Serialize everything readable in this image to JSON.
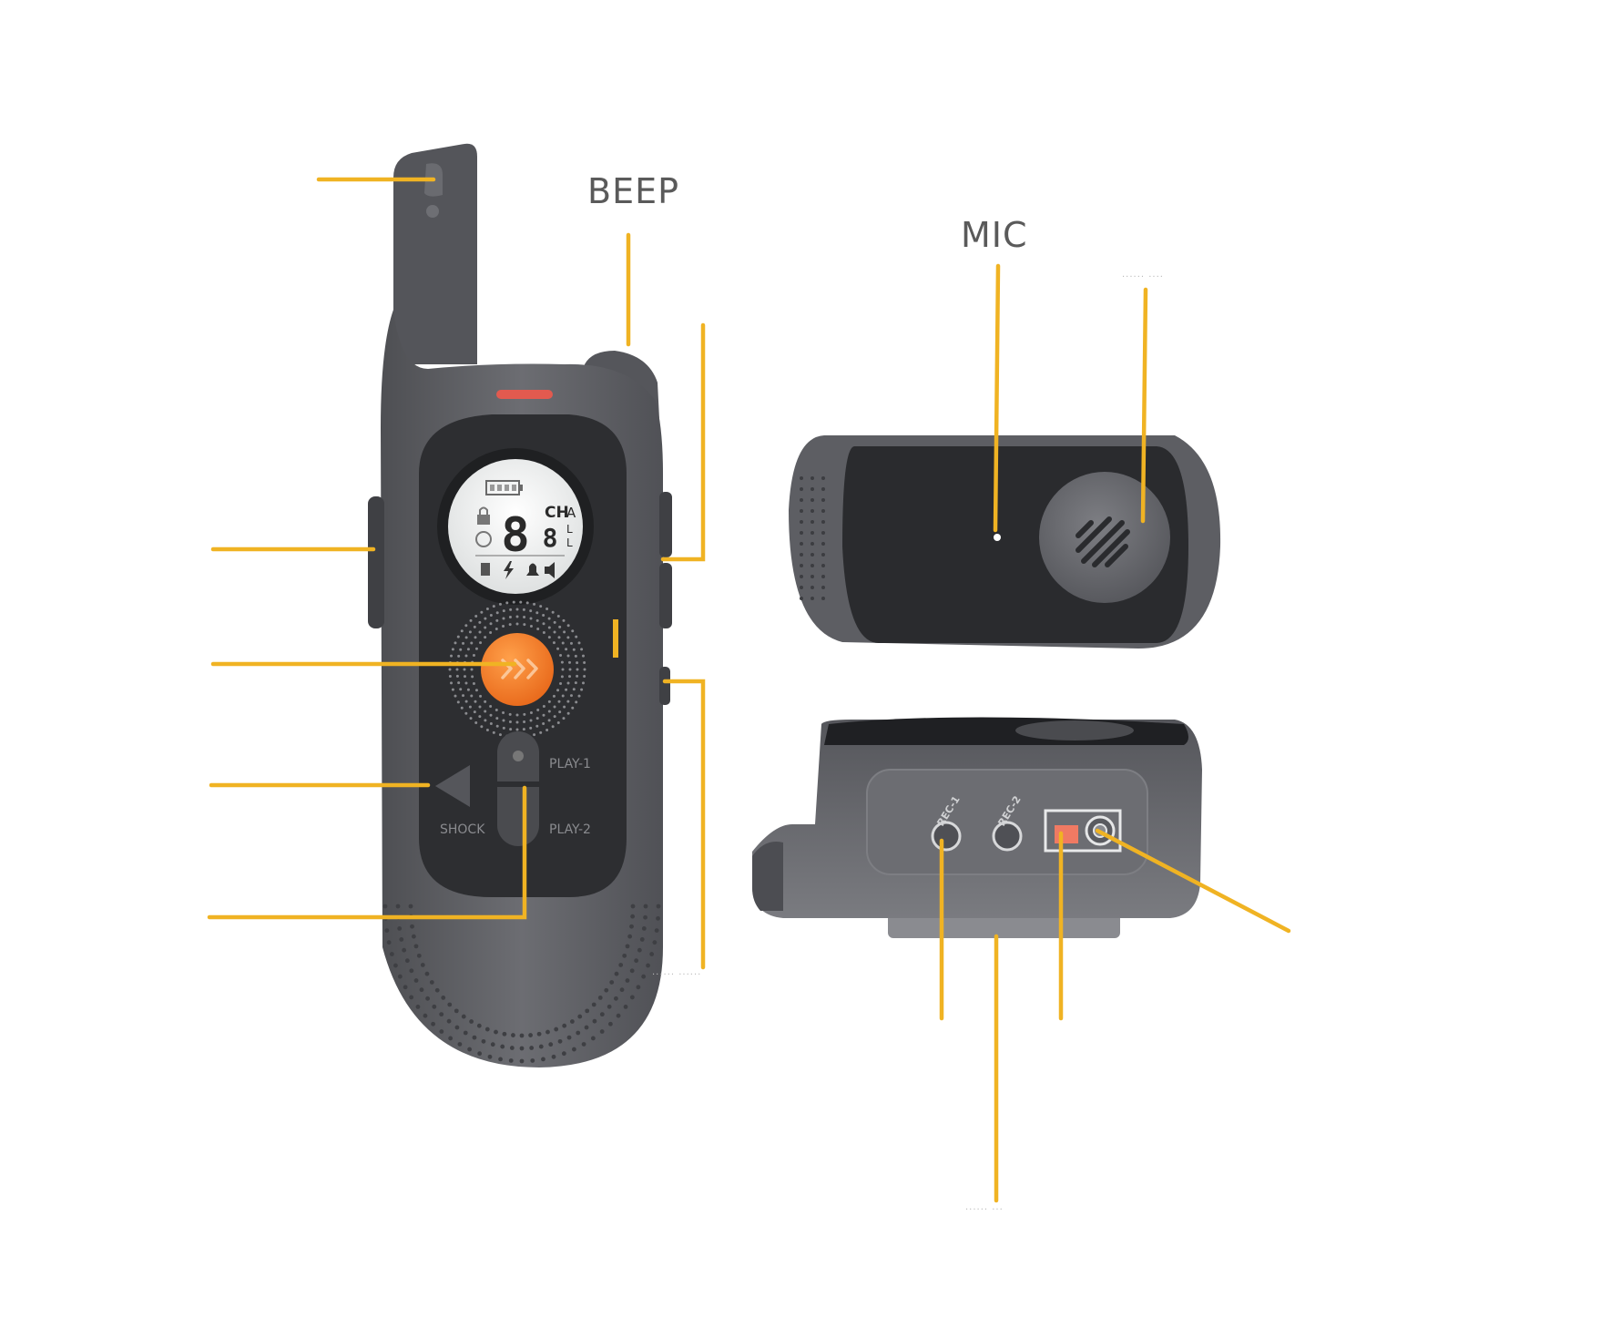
{
  "labels": {
    "beep": "BEEP",
    "mic": "MIC"
  },
  "device_markings": {
    "lcd_channel": "CH",
    "lcd_a": "A",
    "lcd_l1": "L",
    "lcd_l2": "L",
    "lcd_digit1": "8",
    "lcd_digit2": "8",
    "play1": "PLAY-1",
    "play2": "PLAY-2",
    "shock": "SHOCK",
    "rec1": "REC-1",
    "rec2": "REC-2"
  },
  "faint_text": {
    "t1": "...... ....",
    "t2": "...... ......",
    "t3": "...... ..."
  },
  "colors": {
    "callout": "#f0b323",
    "body": "#5c5d62",
    "panel": "#2d2e31",
    "orange": "#f47b20",
    "lcd": "#f2f4f4",
    "label": "#5a5a5a"
  },
  "icons": [
    "antenna-icon",
    "lock-icon",
    "battery-icon",
    "lightning-icon",
    "bell-icon",
    "speaker-icon",
    "vibration-icon",
    "shock-arrow-icon",
    "speaker-grille-icon"
  ]
}
